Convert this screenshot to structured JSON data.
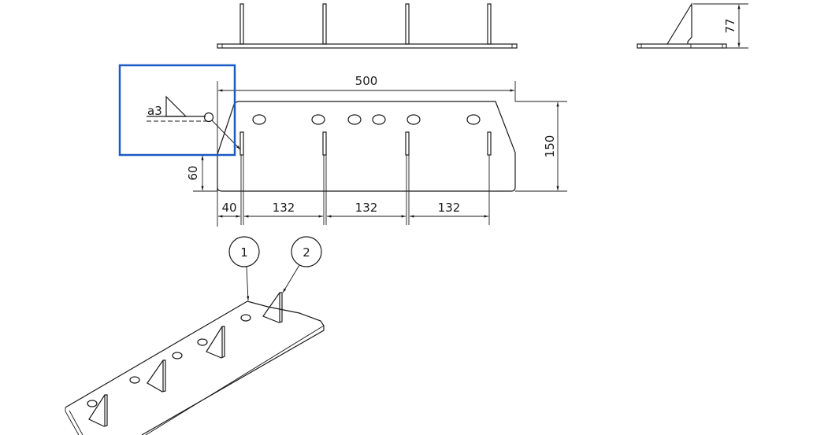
{
  "drawing": {
    "dimensions": {
      "overall_length": "500",
      "height": "150",
      "rib_height": "77",
      "edge_offset_vertical": "60",
      "edge_offset_horizontal": "40",
      "rib_spacing_1": "132",
      "rib_spacing_2": "132",
      "rib_spacing_3": "132"
    },
    "weld_symbol": "a3",
    "balloons": [
      "1",
      "2"
    ],
    "highlight_color": "#1a5bc4"
  }
}
